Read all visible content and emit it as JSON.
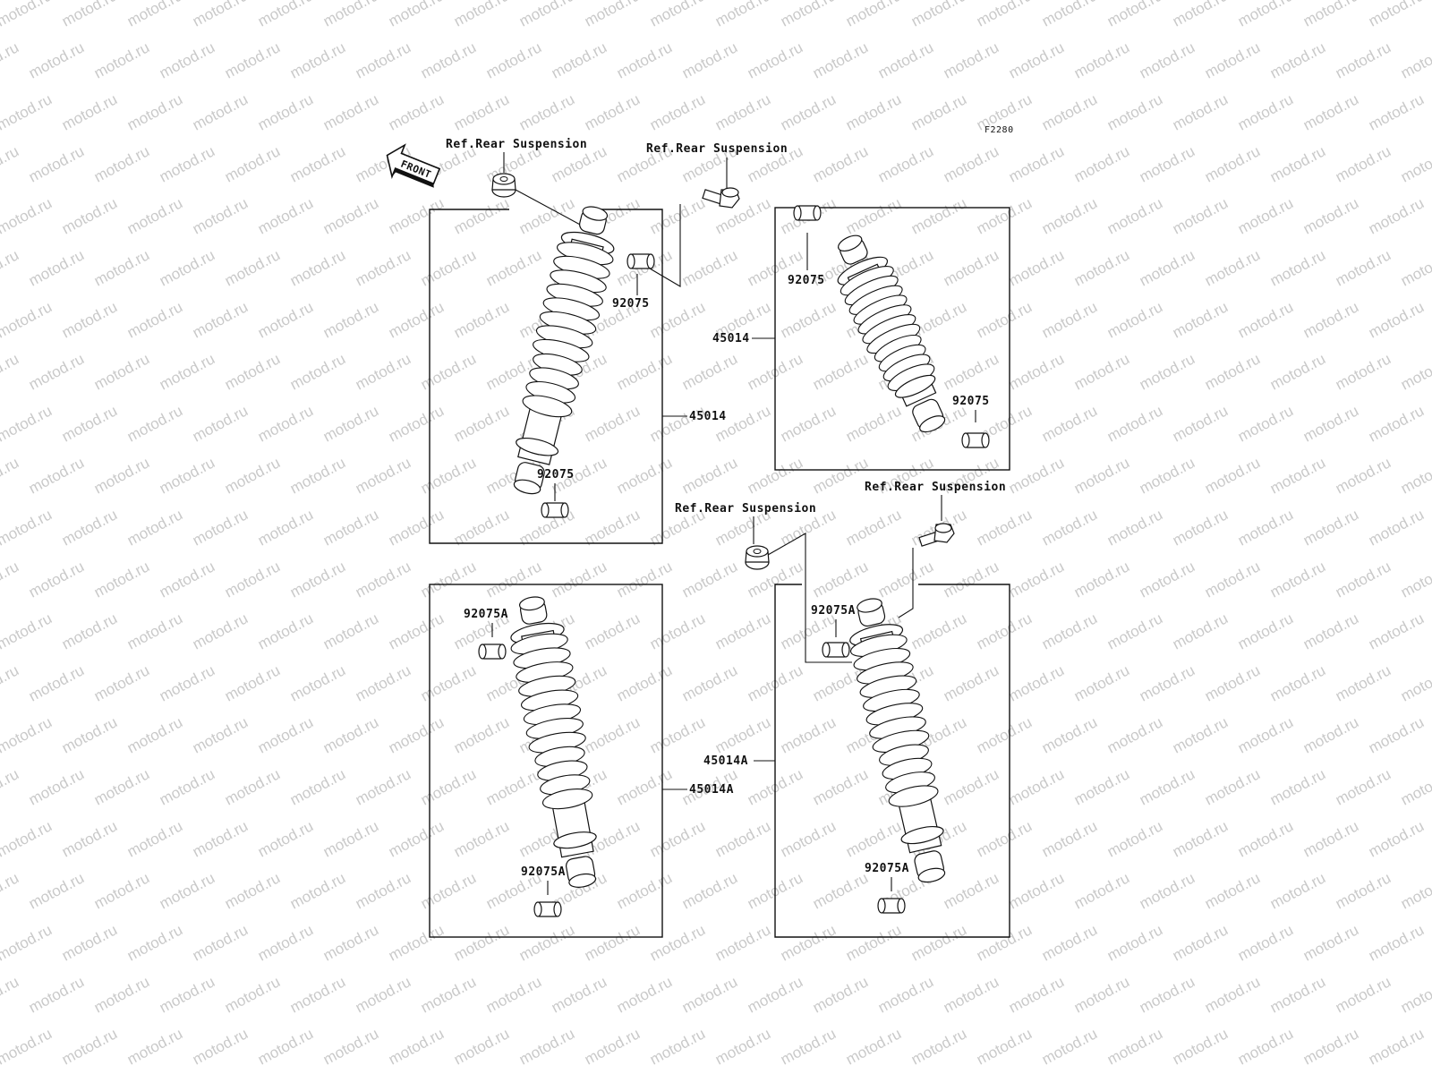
{
  "watermark": {
    "text": "motod.ru",
    "color": "#c9c9c9"
  },
  "diagram_code": "F2280",
  "front_arrow": "FRONT",
  "ref_labels": {
    "top_left": "Ref.Rear Suspension",
    "top_mid": "Ref.Rear Suspension",
    "bottom_mid": "Ref.Rear Suspension",
    "bottom_right": "Ref.Rear Suspension"
  },
  "panels": {
    "top_left": {
      "assembly": "45014",
      "bushing_upper": "92075",
      "bushing_lower": "92075"
    },
    "top_right": {
      "assembly": "45014",
      "bushing_upper": "92075",
      "bushing_lower": "92075"
    },
    "bottom_left": {
      "assembly": "45014A",
      "bushing_upper": "92075A",
      "bushing_lower": "92075A"
    },
    "bottom_right": {
      "assembly": "45014A",
      "bushing_upper": "92075A",
      "bushing_lower": "92075A"
    }
  }
}
